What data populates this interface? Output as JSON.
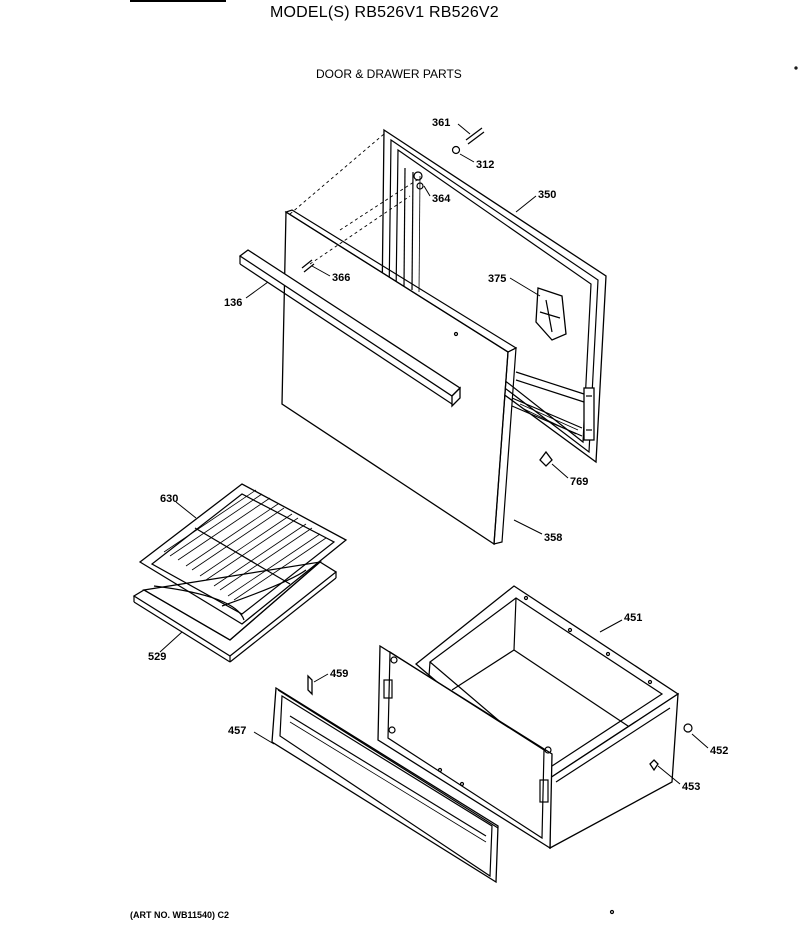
{
  "header": {
    "model_title": "MODEL(S) RB526V1  RB526V2",
    "section_title": "DOOR & DRAWER PARTS"
  },
  "footer": {
    "art_no": "(ART NO. WB11540) C2"
  },
  "parts": [
    {
      "id": "p361",
      "label": "361"
    },
    {
      "id": "p312",
      "label": "312"
    },
    {
      "id": "p364",
      "label": "364"
    },
    {
      "id": "p350",
      "label": "350"
    },
    {
      "id": "p366",
      "label": "366"
    },
    {
      "id": "p375",
      "label": "375"
    },
    {
      "id": "p136",
      "label": "136"
    },
    {
      "id": "p769",
      "label": "769"
    },
    {
      "id": "p630",
      "label": "630"
    },
    {
      "id": "p358",
      "label": "358"
    },
    {
      "id": "p451",
      "label": "451"
    },
    {
      "id": "p529",
      "label": "529"
    },
    {
      "id": "p459",
      "label": "459"
    },
    {
      "id": "p457",
      "label": "457"
    },
    {
      "id": "p452",
      "label": "452"
    },
    {
      "id": "p453",
      "label": "453"
    }
  ]
}
